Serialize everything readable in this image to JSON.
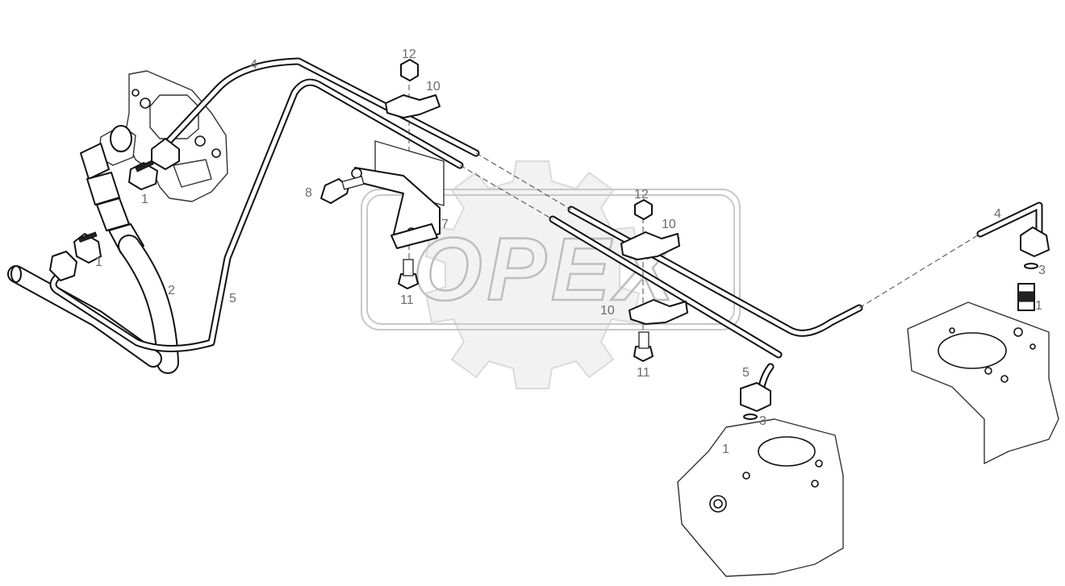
{
  "watermark": {
    "logo_text": "OPEX"
  },
  "callouts": {
    "c1a": "1",
    "c1b": "1",
    "c1c": "1",
    "c1d": "1",
    "c2": "2",
    "c3a": "3",
    "c3b": "3",
    "c4a": "4",
    "c4b": "4",
    "c5a": "5",
    "c5b": "5",
    "c7": "7",
    "c8": "8",
    "c10a": "10",
    "c10b": "10",
    "c10c": "10",
    "c11a": "11",
    "c11b": "11",
    "c12a": "12",
    "c12b": "12"
  },
  "colors": {
    "line": "#111111",
    "callout": "#6b6b6b",
    "watermark": "#bdbdbd"
  }
}
